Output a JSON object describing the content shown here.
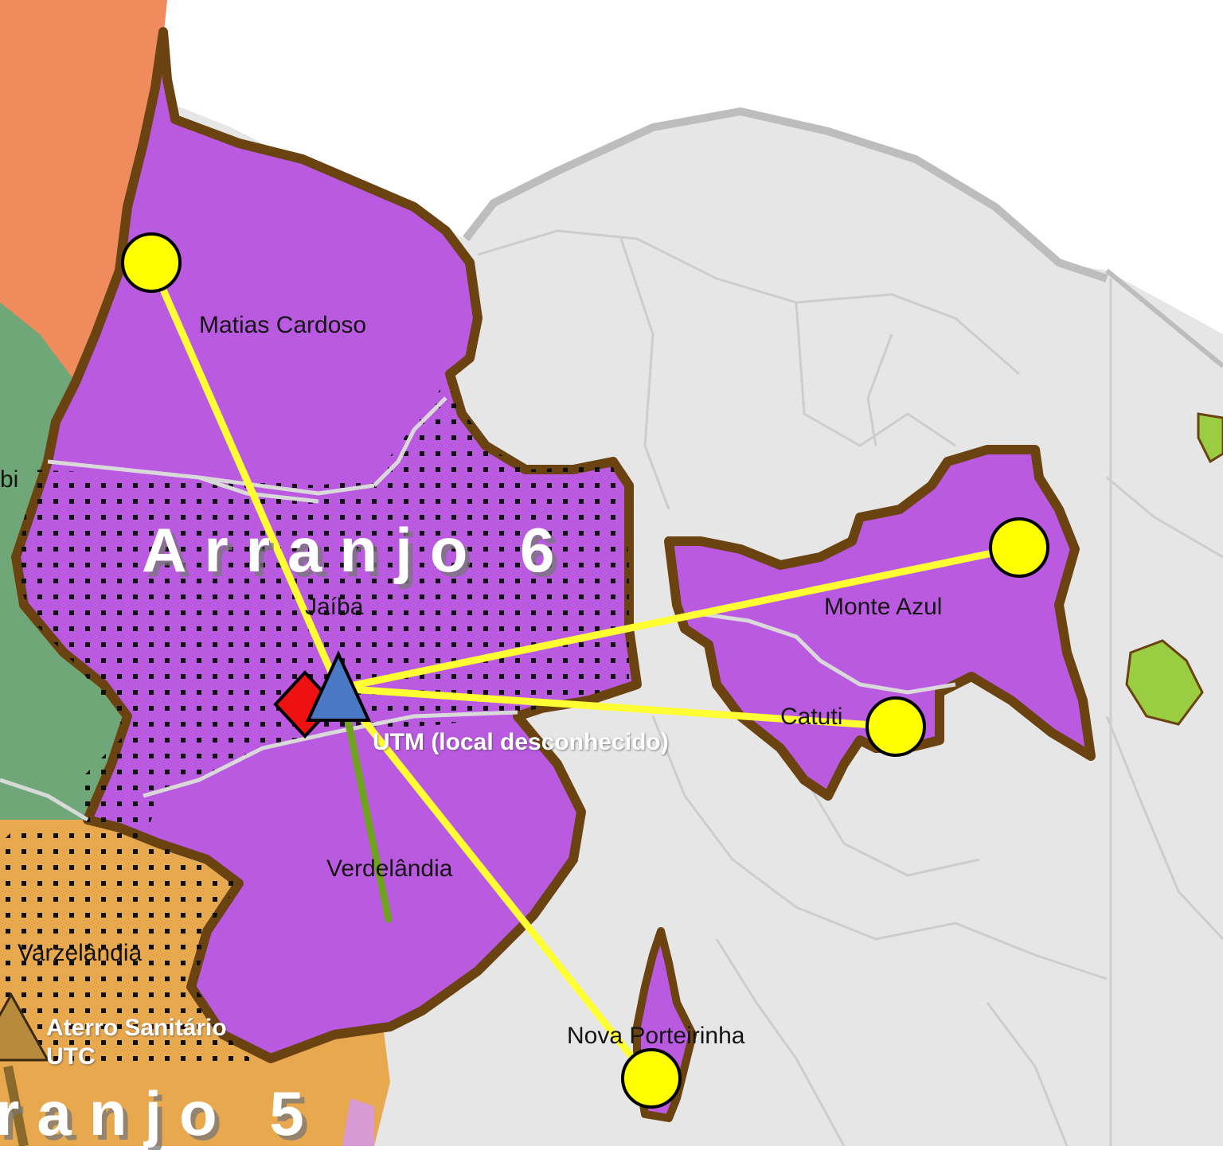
{
  "map": {
    "colors": {
      "background": "#e6e6e6",
      "arranjo6_fill": "#b95ae0",
      "arranjo5_fill": "#e8a84e",
      "northwest_fill": "#ef8b5c",
      "west_fill": "#6fa779",
      "east_green_fill": "#9acd42",
      "boundary": "#6b4311",
      "connection_line": "#ffff33",
      "green_line": "#6fa21f",
      "city_marker": "#ffff00",
      "diamond_marker": "#ee1111",
      "triangle_marker": "#4a78c4",
      "landfill_marker": "#b88a3c"
    },
    "labels": {
      "arranjo6": "Arranjo 6",
      "arranjo5": "ranjo 5",
      "matias_cardoso": "Matias Cardoso",
      "jaiba": "Jaíba",
      "verdelandia": "Verdelândia",
      "varzelandia": "Varzelândia",
      "monte_azul": "Monte Azul",
      "catuti": "Catuti",
      "nova_porteirinha": "Nova Porteirinha",
      "utm": "UTM (local desconhecido)",
      "aterro_line1": "Aterro Sanitário",
      "aterro_line2": "UTC",
      "west_partial": "bi"
    },
    "icons": {
      "city": "yellow-circle",
      "hub_diamond": "red-diamond",
      "hub_triangle": "blue-triangle",
      "landfill": "brown-triangle"
    }
  }
}
